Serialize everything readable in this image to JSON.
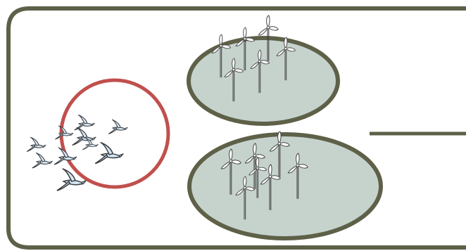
{
  "diagram": {
    "colors": {
      "frame_stroke": "#5e6048",
      "oval_fill": "#c6d3cd",
      "oval_stroke": "#5e6048",
      "circle_stroke": "#c0504d",
      "bird_fill": "#d6e6f2",
      "bird_stroke": "#3a3f44",
      "turbine_stroke": "#444444"
    },
    "frame": {
      "shape": "rounded-rectangle",
      "open_side": "right"
    },
    "connector_line": {
      "label": ""
    },
    "bird_flock": {
      "bird_count": 10,
      "enclosed_by": "circle"
    },
    "wind_farms": [
      {
        "name": "",
        "turbine_count": 6,
        "icon": "wind-turbine-icon"
      },
      {
        "name": "",
        "turbine_count": 7,
        "icon": "wind-turbine-icon"
      }
    ]
  }
}
